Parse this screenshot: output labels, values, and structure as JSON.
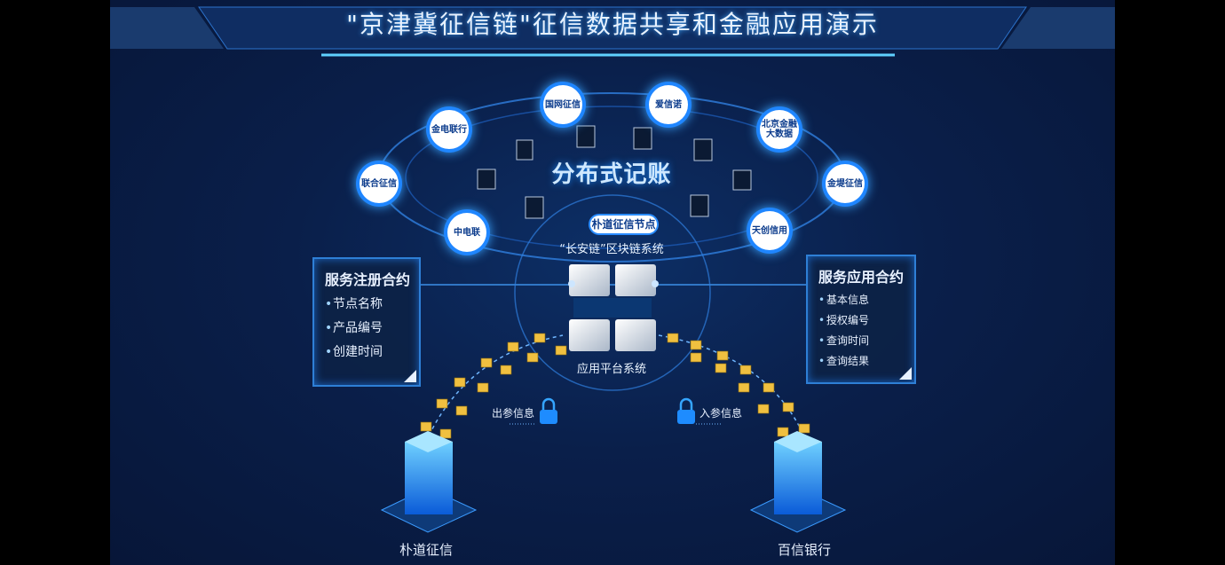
{
  "title": "\"京津冀征信链\"征信数据共享和金融应用演示",
  "ledger_title": "分布式记账",
  "nodes": [
    {
      "label": "国网征信"
    },
    {
      "label": "爱信诺"
    },
    {
      "label": "金电联行"
    },
    {
      "label": "北京金融大数据"
    },
    {
      "label": "联合征信"
    },
    {
      "label": "金堤征信"
    },
    {
      "label": "中电联"
    },
    {
      "label": "天创信用"
    }
  ],
  "center_node": "朴道征信节点",
  "blockchain_system": "“长安链”区块链系统",
  "platform_system": "应用平台系统",
  "left_panel": {
    "title": "服务注册合约",
    "items": [
      "节点名称",
      "产品编号",
      "创建时间"
    ]
  },
  "right_panel": {
    "title": "服务应用合约",
    "items": [
      "基本信息",
      "授权编号",
      "查询时间",
      "查询结果"
    ]
  },
  "out_param": "出参信息",
  "in_param": "入参信息",
  "left_endpoint": "朴道征信",
  "right_endpoint": "百信银行",
  "colors": {
    "accent": "#1f86ff",
    "background": "#0a1f4a",
    "folder": "#f0c040"
  }
}
